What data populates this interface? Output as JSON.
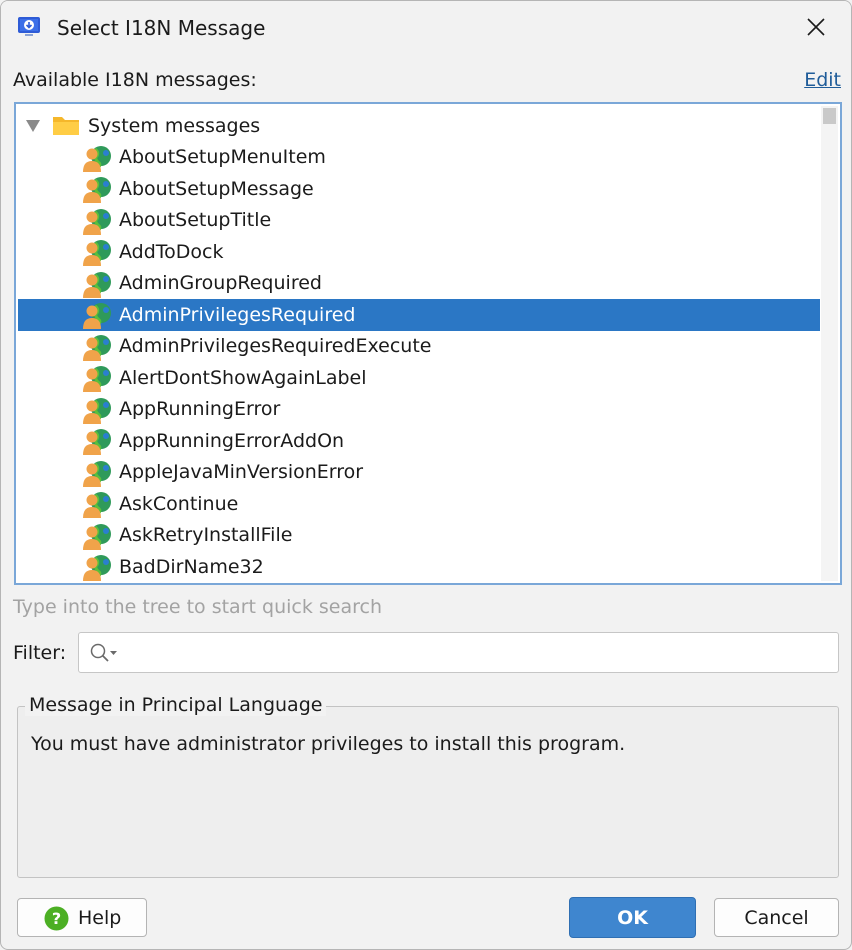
{
  "window": {
    "title": "Select I18N Message",
    "app_icon": "installer-icon",
    "close_icon": "close-icon"
  },
  "header": {
    "available_label": "Available I18N messages:",
    "edit_link": "Edit"
  },
  "tree": {
    "root": {
      "label": "System messages",
      "icon": "folder-icon",
      "expanded": true
    },
    "items": [
      {
        "label": "AboutSetupMenuItem",
        "selected": false
      },
      {
        "label": "AboutSetupMessage",
        "selected": false
      },
      {
        "label": "AboutSetupTitle",
        "selected": false
      },
      {
        "label": "AddToDock",
        "selected": false
      },
      {
        "label": "AdminGroupRequired",
        "selected": false
      },
      {
        "label": "AdminPrivilegesRequired",
        "selected": true
      },
      {
        "label": "AdminPrivilegesRequiredExecute",
        "selected": false
      },
      {
        "label": "AlertDontShowAgainLabel",
        "selected": false
      },
      {
        "label": "AppRunningError",
        "selected": false
      },
      {
        "label": "AppRunningErrorAddOn",
        "selected": false
      },
      {
        "label": "AppleJavaMinVersionError",
        "selected": false
      },
      {
        "label": "AskContinue",
        "selected": false
      },
      {
        "label": "AskRetryInstallFile",
        "selected": false
      },
      {
        "label": "BadDirName32",
        "selected": false
      }
    ],
    "item_icon": "i18n-message-icon",
    "selection_color": "#2b77c5"
  },
  "quick_search_hint": "Type into the tree to start quick search",
  "filter": {
    "label": "Filter:",
    "value": "",
    "icon": "search-dropdown-icon"
  },
  "message_group": {
    "legend": "Message in Principal Language",
    "text": "You must have administrator privileges to install this program."
  },
  "buttons": {
    "help": "Help",
    "ok": "OK",
    "cancel": "Cancel"
  },
  "colors": {
    "accent": "#3f86cf",
    "link": "#1f5c99",
    "help_icon": "#4caf24"
  }
}
